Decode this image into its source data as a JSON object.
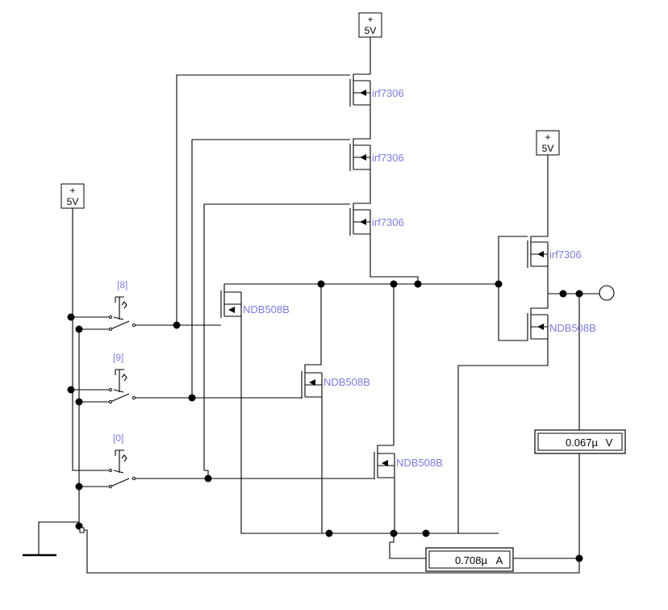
{
  "supplies": [
    {
      "plus": "+",
      "label": "5V"
    },
    {
      "plus": "+",
      "label": "5V"
    },
    {
      "plus": "+",
      "label": "5V"
    }
  ],
  "transistors": {
    "pmos": [
      "irf7306",
      "irf7306",
      "irf7306",
      "irf7306"
    ],
    "nmos": [
      "NDB508B",
      "NDB508B",
      "NDB508B",
      "NDB508B"
    ]
  },
  "switch_keys": [
    "[8]",
    "[9]",
    "[0]"
  ],
  "voltmeter": {
    "value": "0.067µ",
    "unit": "V"
  },
  "ammeter": {
    "value": "0.708µ",
    "unit": "A"
  },
  "colors": {
    "wire": "#000000",
    "label": "#7b7bdc",
    "background": "#ffffff"
  }
}
